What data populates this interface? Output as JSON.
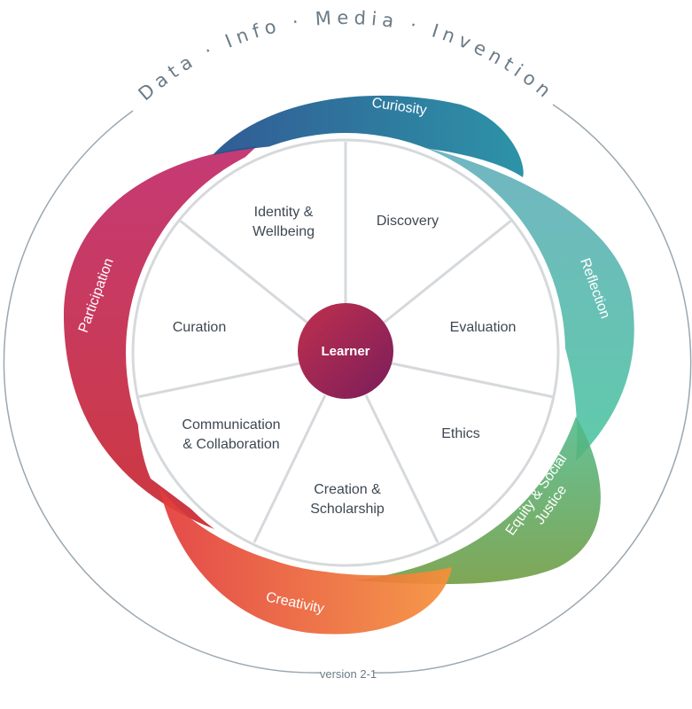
{
  "header": {
    "ring_title": "Data · Info · Media · Invention"
  },
  "petals": [
    {
      "label": "Curiosity",
      "colors": [
        "#1f4e8c",
        "#1b8aa0"
      ]
    },
    {
      "label": "Reflection",
      "colors": [
        "#5aa8b8",
        "#43c29a"
      ]
    },
    {
      "label": "Equity & Social Justice",
      "lines": [
        "Equity & Social",
        "Justice"
      ],
      "colors": [
        "#4fb98a",
        "#6e9a3e"
      ]
    },
    {
      "label": "Creativity",
      "colors": [
        "#e23a3a",
        "#f5913a"
      ]
    },
    {
      "label": "Participation",
      "colors": [
        "#c02a6a",
        "#c8282e"
      ]
    }
  ],
  "segments": [
    {
      "label": "Identity & Wellbeing",
      "lines": [
        "Identity &",
        "Wellbeing"
      ]
    },
    {
      "label": "Discovery",
      "lines": [
        "Discovery"
      ]
    },
    {
      "label": "Evaluation",
      "lines": [
        "Evaluation"
      ]
    },
    {
      "label": "Ethics",
      "lines": [
        "Ethics"
      ]
    },
    {
      "label": "Creation & Scholarship",
      "lines": [
        "Creation &",
        "Scholarship"
      ]
    },
    {
      "label": "Communication & Collaboration",
      "lines": [
        "Communication",
        "& Collaboration"
      ]
    },
    {
      "label": "Curation",
      "lines": [
        "Curation"
      ]
    }
  ],
  "center": {
    "label": "Learner",
    "colors": [
      "#c0304e",
      "#7a1d5a"
    ]
  },
  "footer": {
    "version": "version 2-1"
  },
  "colors": {
    "outer_ring": "#9aa7b0",
    "divider": "#d6d9dc",
    "text_dark": "#3e4852"
  }
}
